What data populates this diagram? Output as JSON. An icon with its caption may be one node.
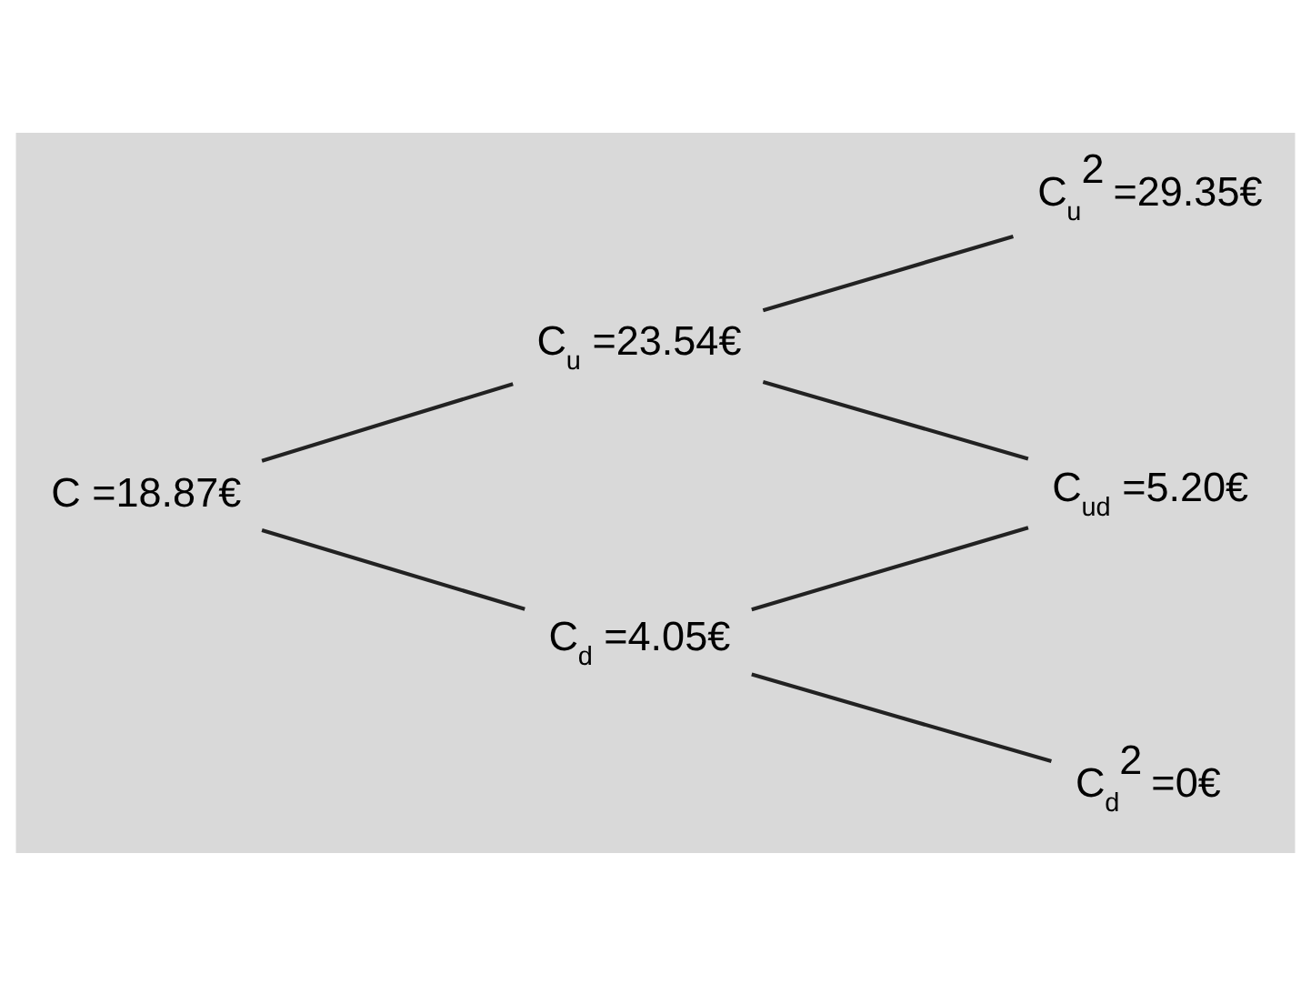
{
  "diagram": {
    "nodes": [
      {
        "text": [
          "C =18.87€"
        ]
      },
      {
        "text": [
          "C$_{u}$ =23.54€"
        ]
      },
      {
        "text": [
          "C$_{d}$ =4.05€"
        ]
      },
      {
        "text": [
          "C$_{u}$$^{2}$ =29.35€"
        ]
      },
      {
        "text": [
          "C$_{ud}$ =5.20€"
        ]
      },
      {
        "text": [
          "C$_{d}$$^{2}$ =0€"
        ]
      }
    ],
    "edges": [
      {
        "from": 0,
        "to": 1,
        "arrow": "none"
      },
      {
        "from": 0,
        "to": 2,
        "arrow": "none"
      },
      {
        "from": 1,
        "to": 3,
        "arrow": "none"
      },
      {
        "from": 1,
        "to": 4,
        "arrow": "none"
      },
      {
        "from": 2,
        "to": 4,
        "arrow": "none"
      },
      {
        "from": 2,
        "to": 5,
        "arrow": "none"
      }
    ]
  }
}
